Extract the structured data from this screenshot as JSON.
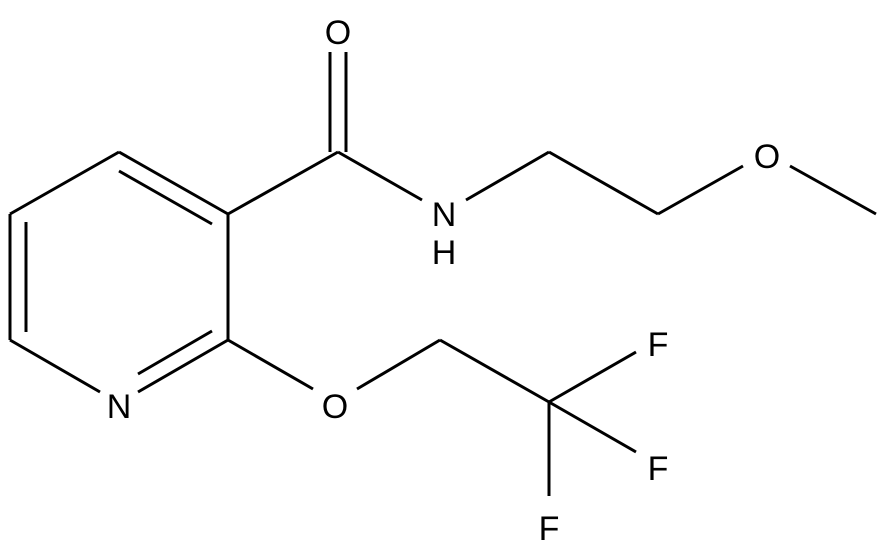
{
  "molecule": {
    "atoms": {
      "carbonyl_o": "O",
      "amide_n": "N",
      "amide_h": "H",
      "ether_o": "O",
      "pyridine_n": "N",
      "aryl_ether_o": "O",
      "f_top": "F",
      "f_right": "F",
      "f_bottom": "F"
    }
  },
  "colors": {
    "bond": "#000000",
    "label": "#000000",
    "background": "#ffffff"
  }
}
